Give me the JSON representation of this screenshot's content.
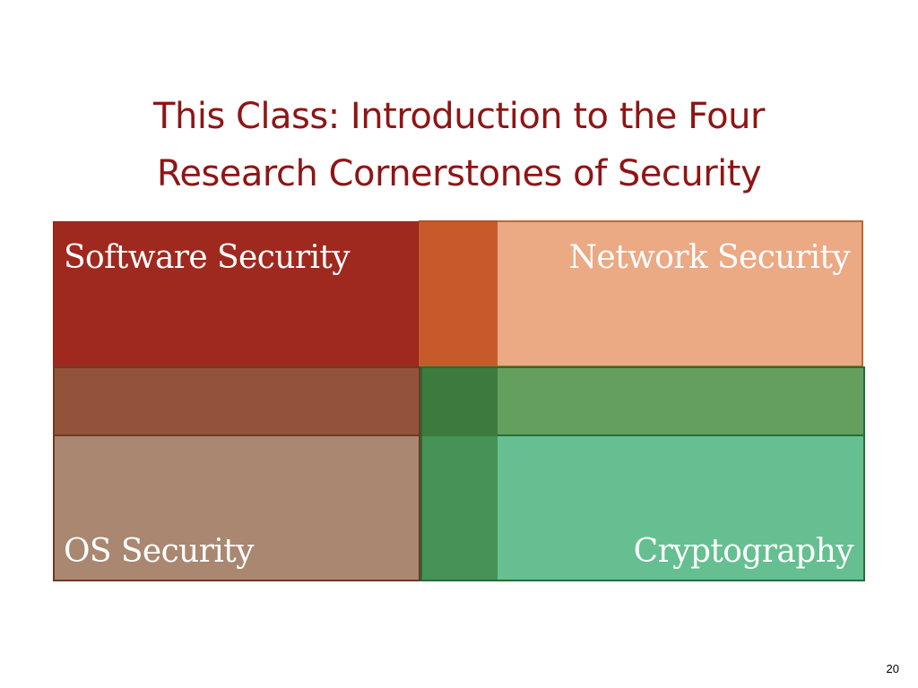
{
  "slide": {
    "title_line1": "This Class: Introduction to the Four",
    "title_line2": "Research Cornerstones of Security",
    "page_number": "20"
  },
  "quadrants": {
    "software": "Software Security",
    "network": "Network Security",
    "os": "OS Security",
    "crypto": "Cryptography"
  },
  "colors": {
    "title": "#8f1515",
    "software": "#a0291f",
    "software_network_overlap": "#c75a2a",
    "network": "#eba984",
    "software_os_overlap": "#93533a",
    "os": "#aa8770",
    "crypto_vertical_overlap": "#479257",
    "crypto_center": "#3c7a3e",
    "crypto_horizontal_overlap": "#649f5e",
    "crypto": "#66bf91"
  }
}
